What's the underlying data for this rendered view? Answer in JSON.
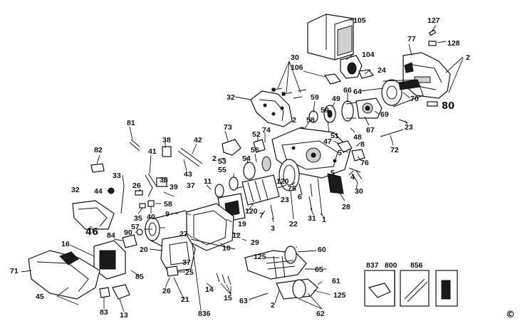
{
  "diagram": {
    "type": "exploded-parts-diagram",
    "part_labels": [
      "105",
      "127",
      "128",
      "77",
      "2",
      "104",
      "106",
      "24",
      "30",
      "32",
      "59",
      "49",
      "66",
      "64",
      "70",
      "80",
      "69",
      "67",
      "58",
      "50",
      "51",
      "48",
      "23",
      "72",
      "47",
      "8",
      "76",
      "5",
      "73",
      "81",
      "38",
      "42",
      "52",
      "74",
      "56",
      "53",
      "54",
      "82",
      "41",
      "43",
      "26",
      "36",
      "11",
      "55",
      "1",
      "120",
      "75",
      "6",
      "4",
      "33",
      "44",
      "39",
      "37",
      "58",
      "9",
      "7",
      "31",
      "3",
      "22",
      "28",
      "35",
      "40",
      "57",
      "27",
      "19",
      "12",
      "10",
      "46",
      "90",
      "29",
      "84",
      "16",
      "20",
      "60",
      "71",
      "125",
      "85",
      "65",
      "21",
      "25",
      "61",
      "45",
      "14",
      "15",
      "63",
      "62",
      "83",
      "13",
      "836",
      "837",
      "800",
      "856"
    ],
    "copyright_mark": "©"
  }
}
